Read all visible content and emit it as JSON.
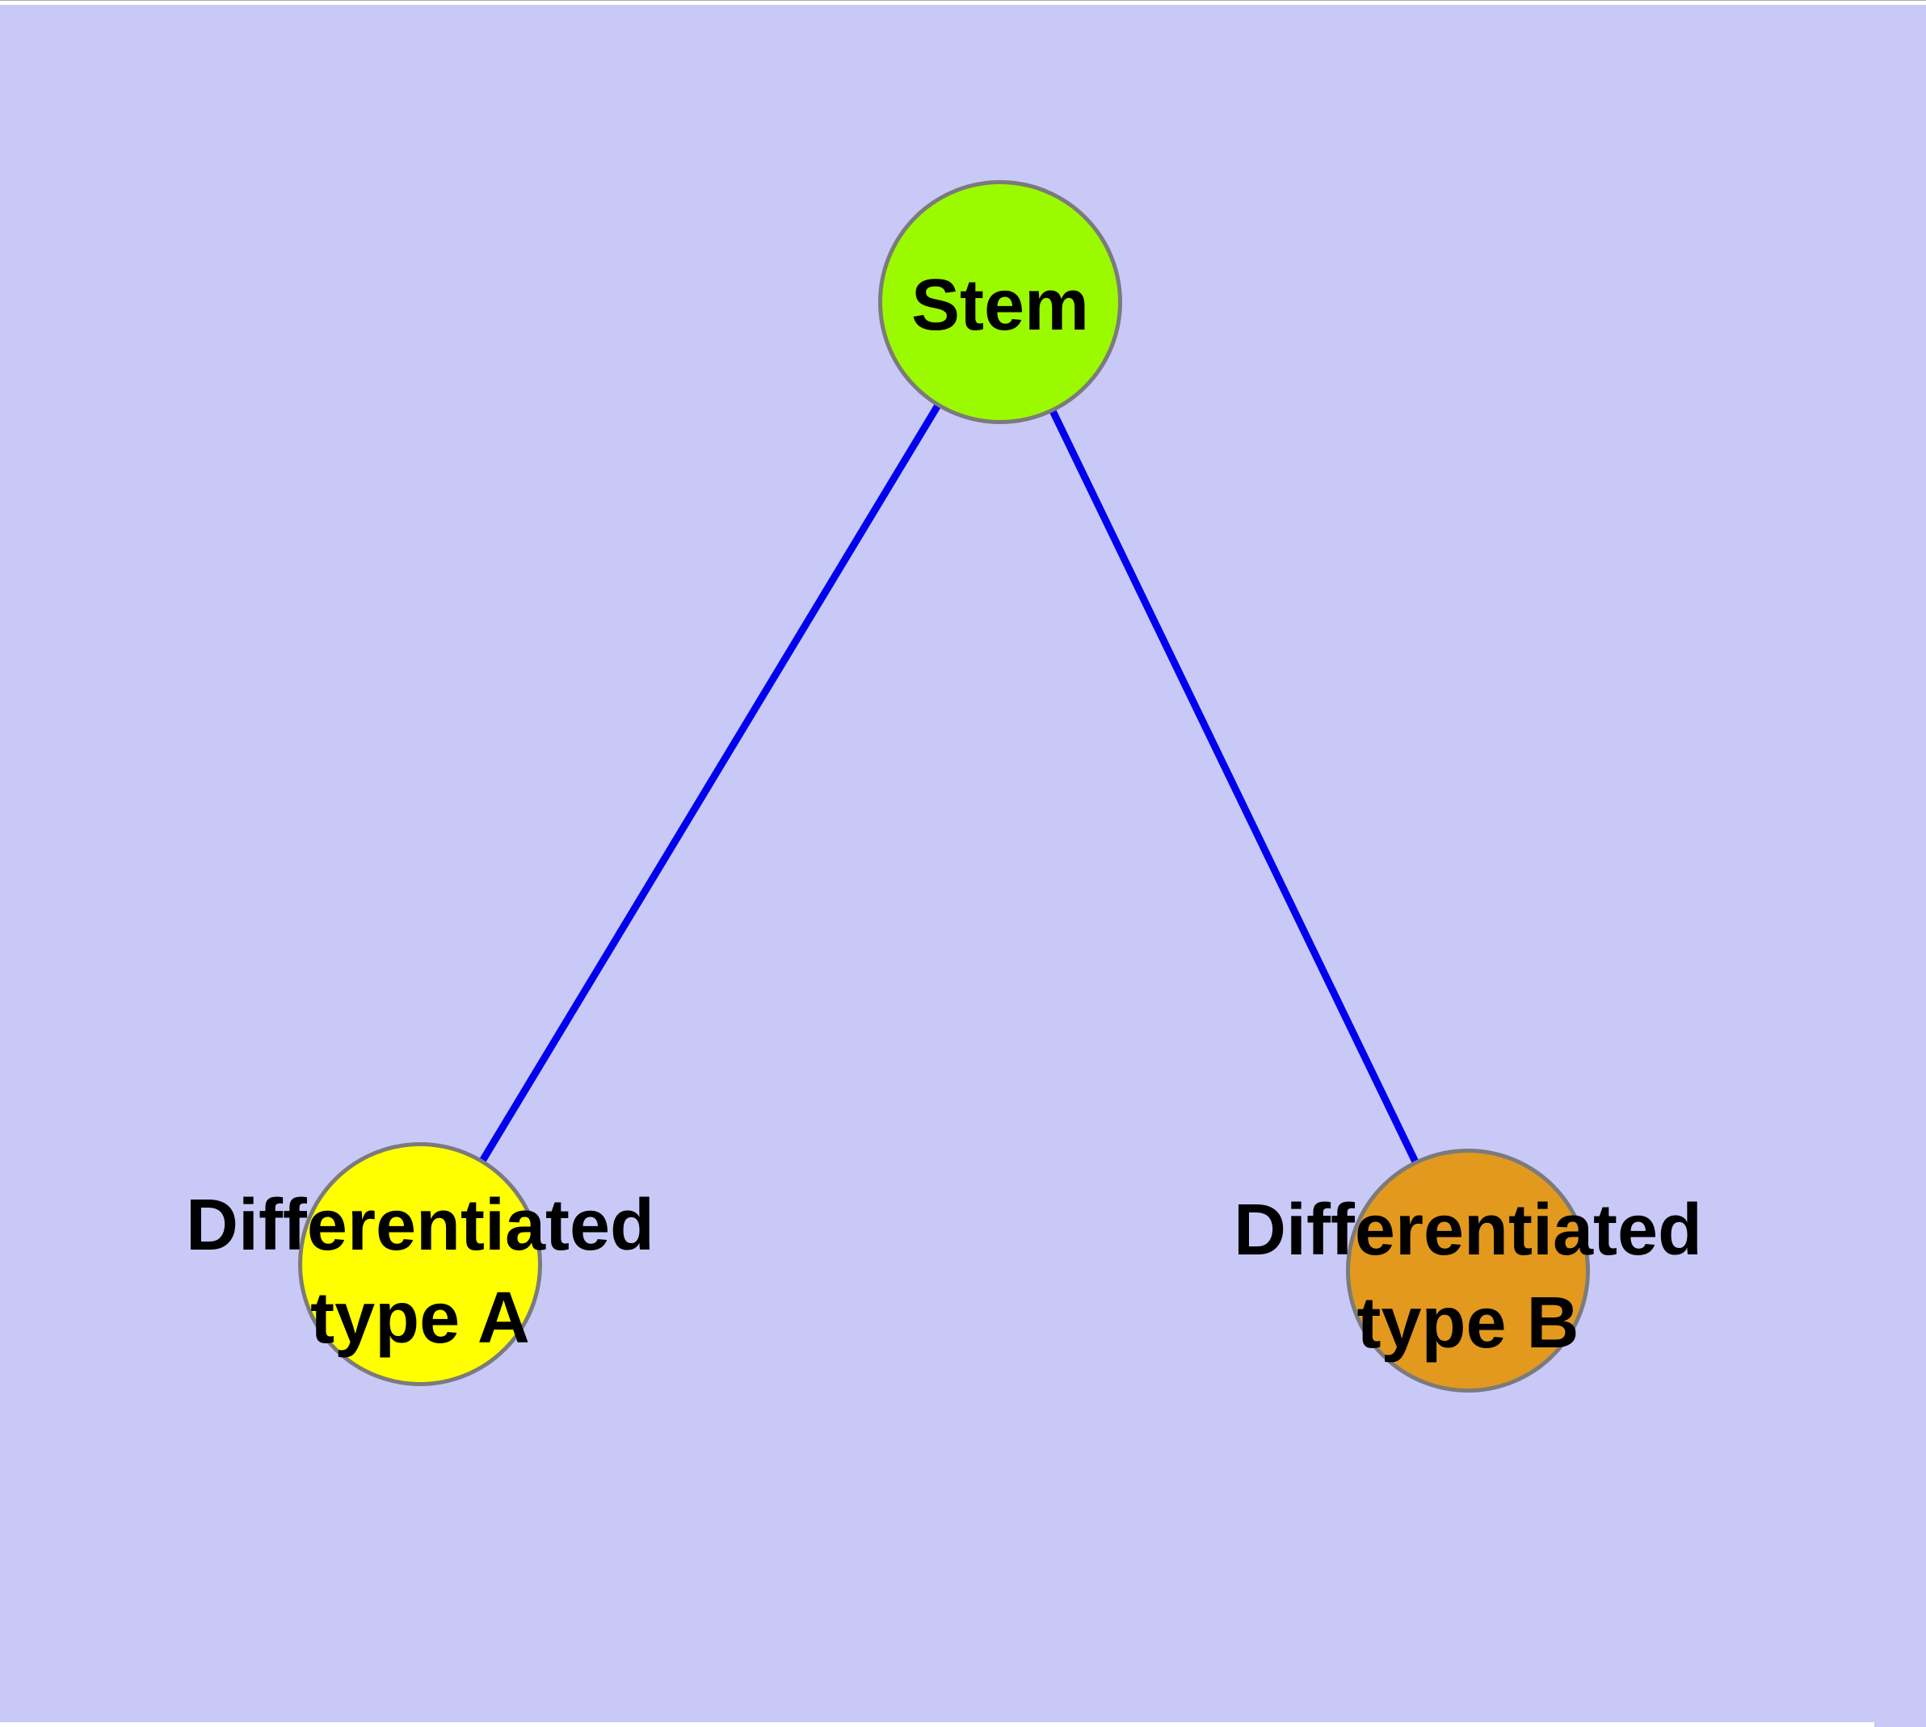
{
  "diagram": {
    "background_color": "#C9C9F8",
    "edge_color": "#0000EE",
    "node_border_color": "#7B7B7B",
    "nodes": {
      "stem": {
        "label": "Stem",
        "fill": "#9BFA00"
      },
      "type_a": {
        "line1": "Differentiated",
        "line2": "type A",
        "fill": "#FFFF00"
      },
      "type_b": {
        "line1": "Differentiated",
        "line2": "type B",
        "fill": "#E2991E"
      }
    },
    "edges": [
      {
        "from": "Stem",
        "to": "Differentiated type A"
      },
      {
        "from": "Stem",
        "to": "Differentiated type B"
      }
    ]
  }
}
